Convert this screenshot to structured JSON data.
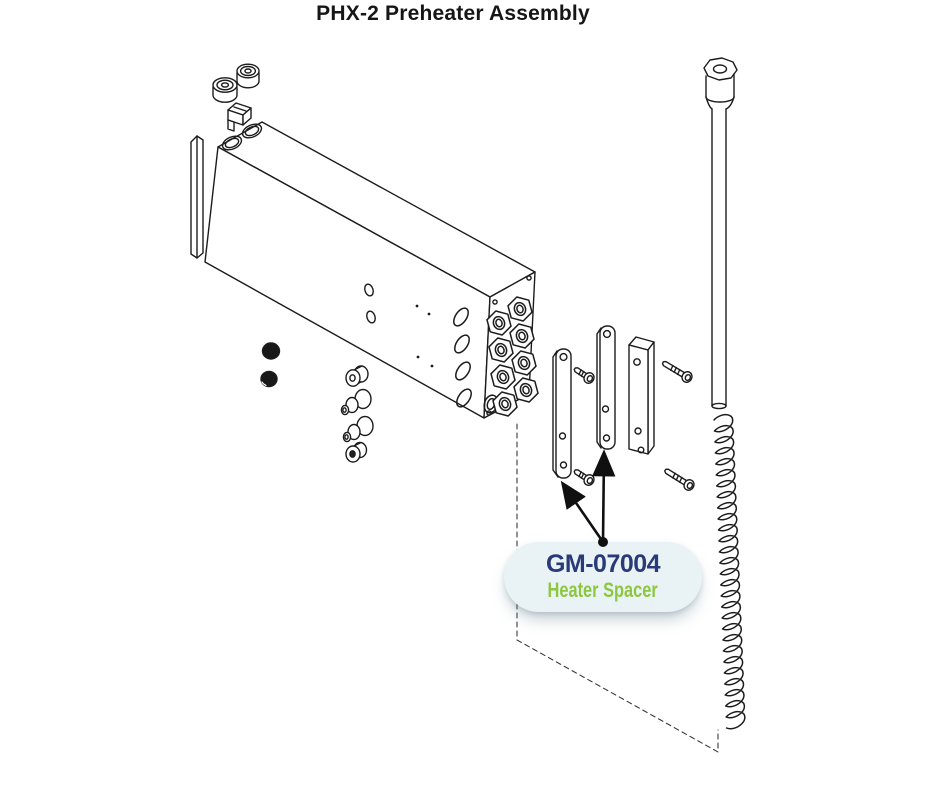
{
  "title": "PHX-2 Preheater Assembly",
  "callout": {
    "part_number": "GM-07004",
    "part_name": "Heater Spacer"
  },
  "colors": {
    "line": "#1c1c1c",
    "callout_bg": "#e9f3f5",
    "part_number": "#2a3a78",
    "part_name": "#8dc63f",
    "arrow": "#101010",
    "title": "#161616"
  }
}
